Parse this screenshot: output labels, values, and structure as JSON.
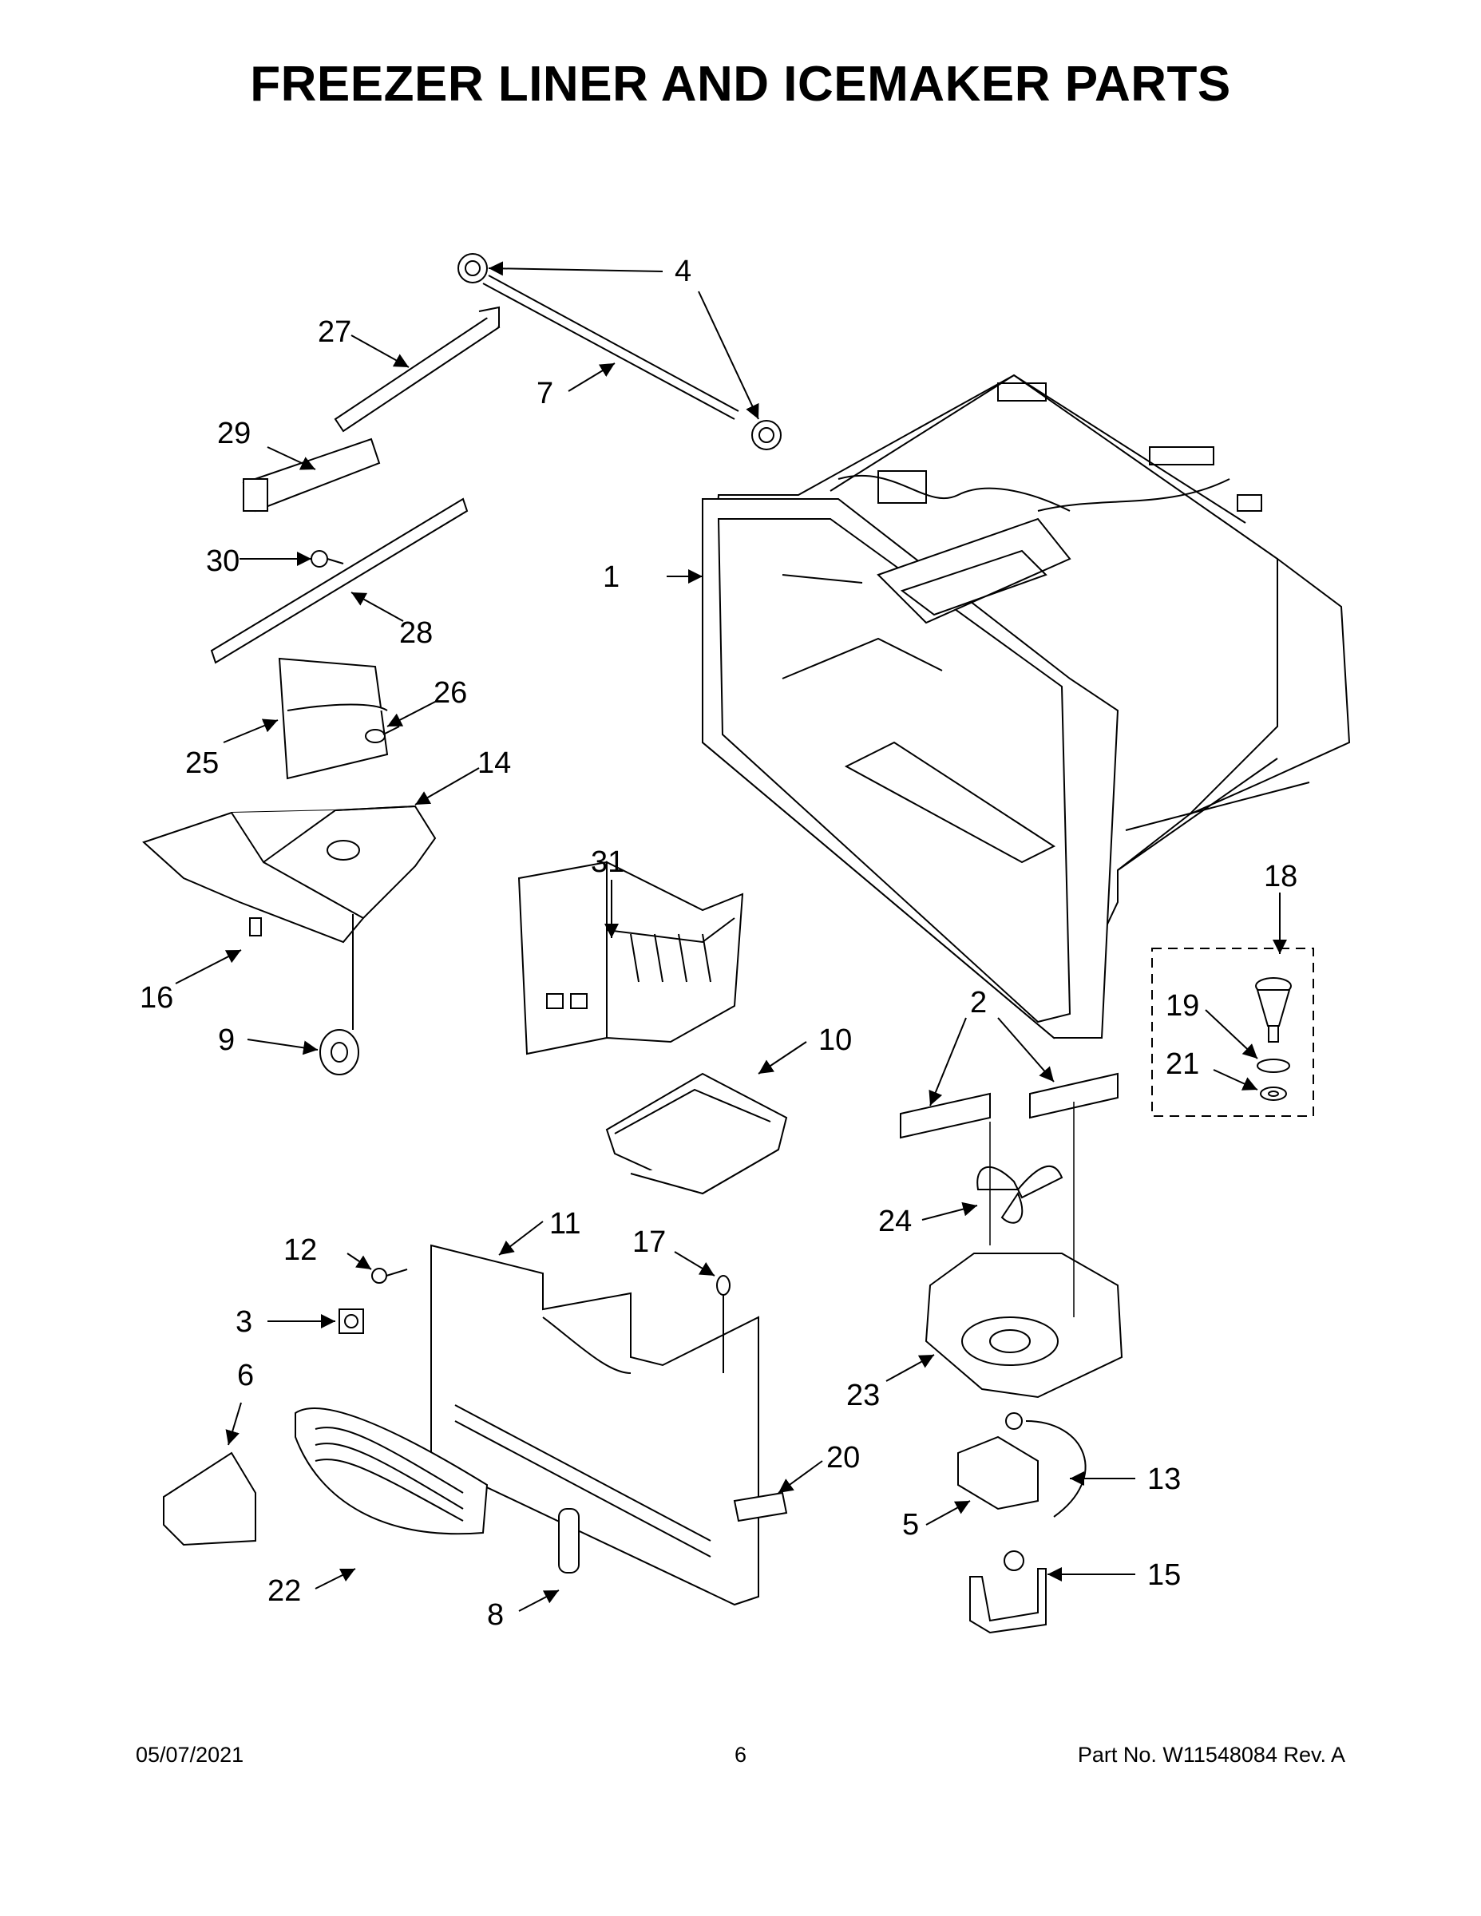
{
  "page": {
    "title": "FREEZER LINER AND ICEMAKER PARTS",
    "footer_date": "05/07/2021",
    "footer_page": "6",
    "footer_partno": "Part No.  W11548084  Rev.  A"
  },
  "diagram": {
    "callouts": [
      "1",
      "2",
      "3",
      "4",
      "5",
      "6",
      "7",
      "8",
      "9",
      "10",
      "11",
      "12",
      "13",
      "14",
      "15",
      "16",
      "17",
      "18",
      "19",
      "20",
      "21",
      "22",
      "23",
      "24",
      "25",
      "26",
      "27",
      "28",
      "29",
      "30",
      "31"
    ]
  }
}
